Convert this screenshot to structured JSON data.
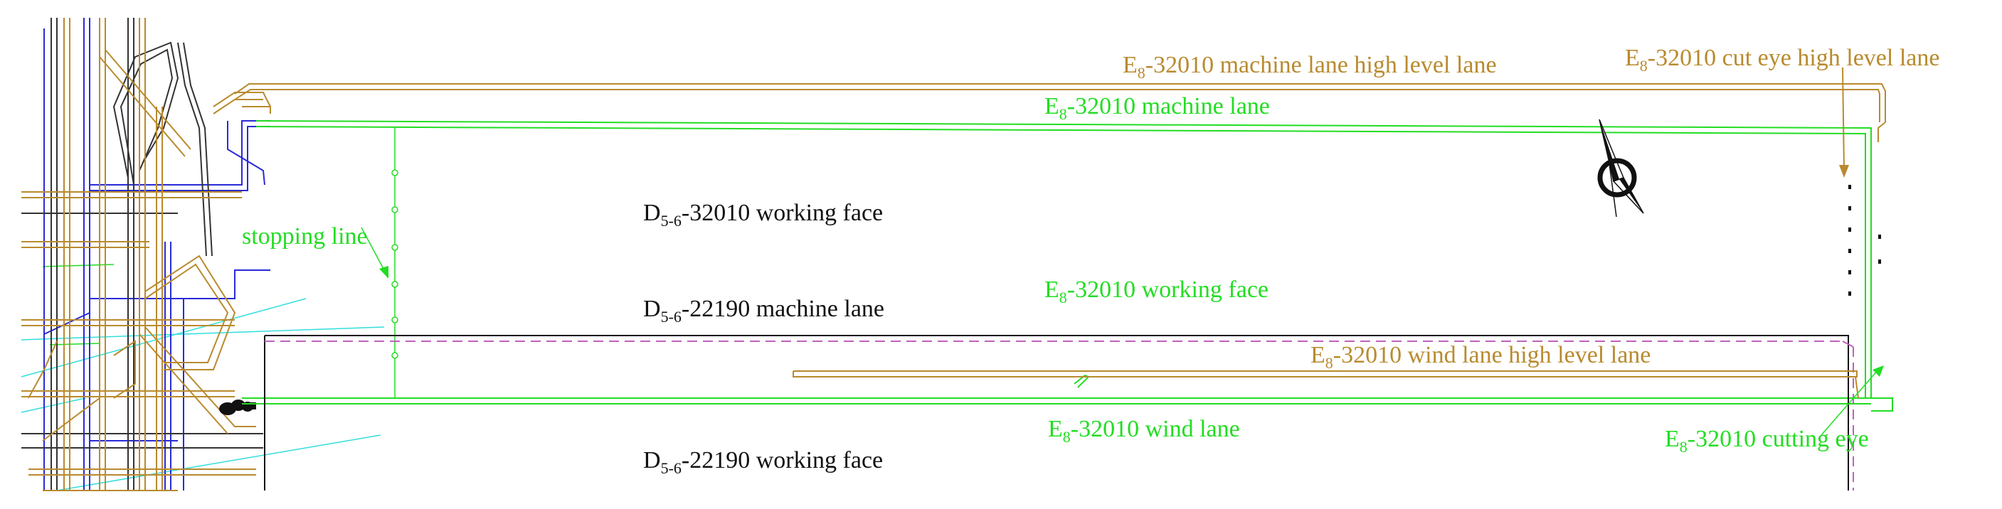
{
  "colors": {
    "black": "#111111",
    "green": "#22dd22",
    "brown": "#b98a2e",
    "blue": "#2a2ad8",
    "cyan": "#33dddd",
    "magenta": "#c060c0",
    "dark": "#333333"
  },
  "labels": {
    "machine_high": {
      "prefix": "E",
      "sub": "8",
      "text": "-32010 machine lane high level lane"
    },
    "cut_eye_high": {
      "prefix": "E",
      "sub": "8",
      "text": "-32010 cut eye high level lane"
    },
    "machine_lane": {
      "prefix": "E",
      "sub": "8",
      "text": "-32010 machine lane"
    },
    "d_working_face": {
      "prefix": "D",
      "sub": "5-6",
      "text": "-32010 working face"
    },
    "stopping_line": {
      "text": "stopping line"
    },
    "e_working_face": {
      "prefix": "E",
      "sub": "8",
      "text": "-32010 working face"
    },
    "d_machine_lane": {
      "prefix": "D",
      "sub": "5-6",
      "text": "-22190 machine lane"
    },
    "wind_high": {
      "prefix": "E",
      "sub": "8",
      "text": "-32010 wind lane high level lane"
    },
    "wind_lane": {
      "prefix": "E",
      "sub": "8",
      "text": "-32010 wind lane"
    },
    "cutting_eye": {
      "prefix": "E",
      "sub": "8",
      "text": "-32010 cutting eye"
    },
    "d_lower_face": {
      "prefix": "D",
      "sub": "5-6",
      "text": "-22190 working face"
    }
  },
  "icons": {
    "north_arrow": "north-arrow-icon"
  }
}
